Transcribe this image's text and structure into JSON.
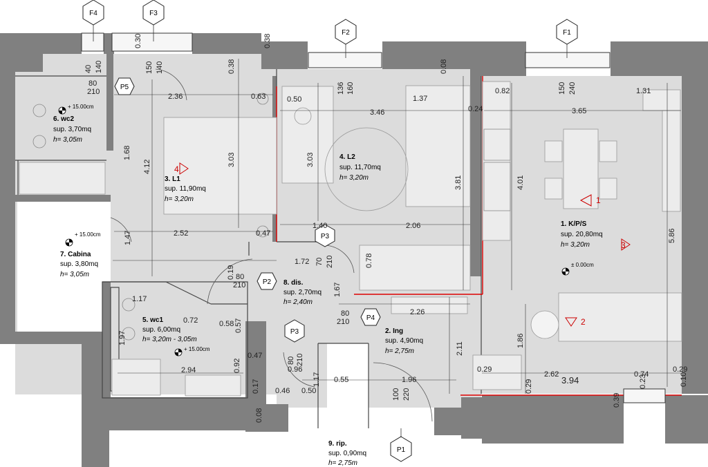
{
  "rooms": {
    "r1": {
      "name": "1. K/P/S",
      "sup": "sup. 20,80mq",
      "h": "h= 3,20m"
    },
    "r2": {
      "name": "2. Ing",
      "sup": "sup. 4,90mq",
      "h": "h= 2,75m"
    },
    "r3": {
      "name": "3. L1",
      "sup": "sup. 11,90mq",
      "h": "h= 3,20m"
    },
    "r4": {
      "name": "4. L2",
      "sup": "sup. 11,70mq",
      "h": "h= 3,20m"
    },
    "r5": {
      "name": "5. wc1",
      "sup": "sup. 6,00mq",
      "h": "h= 3,20m - 3,05m"
    },
    "r6": {
      "name": "6. wc2",
      "sup": "sup. 3,70mq",
      "h": "h= 3,05m"
    },
    "r7": {
      "name": "7. Cabina",
      "sup": "sup. 3,80mq",
      "h": "h= 3,05m"
    },
    "r8": {
      "name": "8. dis.",
      "sup": "sup. 2,70mq",
      "h": "h= 2,40m"
    },
    "r9": {
      "name": "9. rip.",
      "sup": "sup. 0,90mq",
      "h": "h= 2,75m"
    }
  },
  "windows": {
    "f1": "F1",
    "f2": "F2",
    "f3": "F3",
    "f4": "F4"
  },
  "doors": {
    "p1": "P1",
    "p2": "P2",
    "p3a": "P3",
    "p3b": "P3",
    "p4": "P4",
    "p5": "P5"
  },
  "levels": {
    "l0": "± 0.00cm",
    "l1": "+ 15.00cm",
    "l2": "+ 15.00cm",
    "l3": "+ 15.00cm"
  },
  "markers": {
    "m1": "1",
    "m2": "2",
    "m3": "3",
    "m4": "4"
  },
  "dims": {
    "d0": "0.38",
    "d1": "0.30",
    "d2": "40",
    "d3": "140",
    "d4": "80",
    "d5": "210",
    "d6": "150",
    "d7": "140",
    "d8": "0.38",
    "d9": "136",
    "d10": "160",
    "d11": "0.08",
    "d12": "150",
    "d13": "240",
    "d14": "2.36",
    "d15": "0.63",
    "d16": "0.50",
    "d17": "1.37",
    "d18": "0.82",
    "d19": "1.31",
    "d20": "3.46",
    "d21": "0.24",
    "d22": "3.65",
    "d23": "1.68",
    "d24": "4.12",
    "d25": "3.03",
    "d26": "3.03",
    "d27": "3.81",
    "d28": "4.01",
    "d29": "2.52",
    "d30": "0.47",
    "d31": "1.40",
    "d32": "2.06",
    "d33": "1.47",
    "d34": "5.86",
    "d35": "1.72",
    "d36": "70",
    "d37": "210",
    "d38": "0.78",
    "d39": "0.19",
    "d40": "80",
    "d41": "210",
    "d42": "1.67",
    "d43": "1.17",
    "d44": "2.26",
    "d45": "80",
    "d46": "210",
    "d47": "0.72",
    "d48": "0.58",
    "d49": "0.57",
    "d50": "1.97",
    "d51": "0.47",
    "d52": "1.86",
    "d53": "2.11",
    "d54": "80",
    "d55": "210",
    "d56": "0.92",
    "d57": "0.96",
    "d58": "2.94",
    "d59": "0.17",
    "d60": "0.29",
    "d61": "0.29",
    "d62": "0.74",
    "d63": "2.62",
    "d64": "3.94",
    "d65": "0.23",
    "d66": "0.10",
    "d67": "0.55",
    "d68": "1.96",
    "d69": "0.46",
    "d70": "0.50",
    "d71": "1.17",
    "d72": "100",
    "d73": "220",
    "d74": "0.29",
    "d75": "0.39",
    "d76": "0.08"
  }
}
